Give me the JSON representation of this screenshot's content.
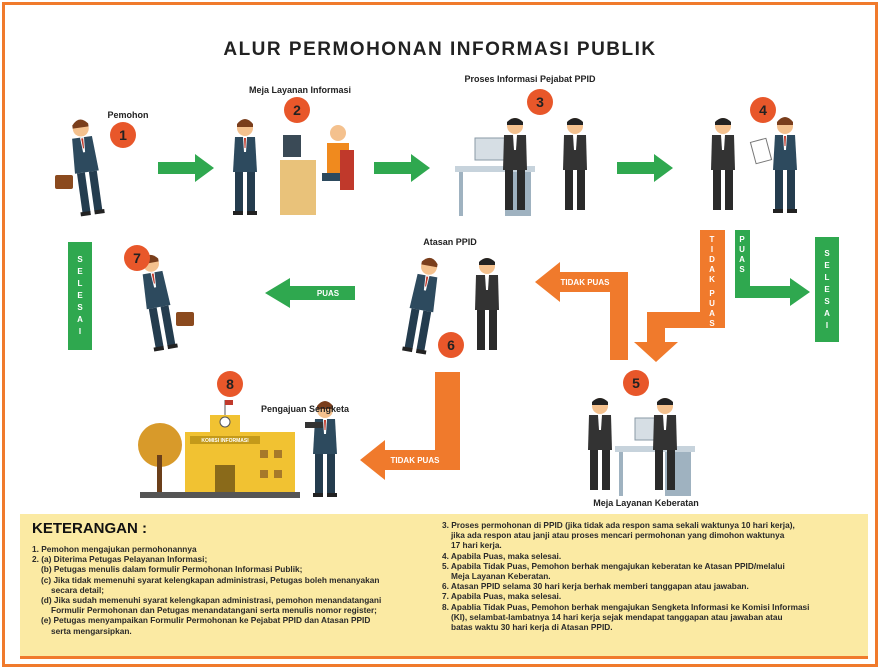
{
  "title": "ALUR PERMOHONAN INFORMASI PUBLIK",
  "colors": {
    "accent": "#f07a2c",
    "step_circle": "#e8572a",
    "green": "#2fa84f",
    "panel": "#fbeaa3"
  },
  "steps": [
    {
      "num": "1",
      "label": "Pemohon"
    },
    {
      "num": "2",
      "label": "Meja Layanan Informasi"
    },
    {
      "num": "3",
      "label": "Proses Informasi Pejabat PPID"
    },
    {
      "num": "4",
      "label": ""
    },
    {
      "num": "5",
      "label": "Meja Layanan Keberatan"
    },
    {
      "num": "6",
      "label": "Atasan PPID"
    },
    {
      "num": "7",
      "label": ""
    },
    {
      "num": "8",
      "label": "Pengajuan Sengketa"
    }
  ],
  "arrows": {
    "puas": "PUAS",
    "tidak_puas": "TIDAK PUAS",
    "selesai": "SELESAI"
  },
  "building_sign": "KOMISI INFORMASI",
  "keterangan": {
    "title": "KETERANGAN :",
    "left": [
      "1. Pemohon mengajukan permohonannya",
      "2. (a) Diterima Petugas Pelayanan Informasi;",
      "(b) Petugas menulis dalam formulir Permohonan Informasi Publik;",
      "(c) Jika tidak memenuhi syarat kelengkapan administrasi, Petugas boleh menanyakan",
      "secara detail;",
      "(d) Jika sudah memenuhi syarat kelengkapan administrasi, pemohon menandatangani",
      "Formulir Permohonan dan Petugas menandatangani serta menulis nomor register;",
      "(e) Petugas menyampaikan Formulir Permohonan ke Pejabat PPID dan Atasan PPID",
      "serta mengarsipkan."
    ],
    "right": [
      "3. Proses permohonan di PPID (jika tidak ada respon sama sekali waktunya 10 hari kerja),",
      "jika ada respon atau janji atau proses mencari permohonan yang dimohon waktunya",
      "17 hari kerja.",
      "4. Apabila Puas, maka selesai.",
      "5. Apabila Tidak Puas, Pemohon berhak mengajukan keberatan ke Atasan PPID/melalui",
      "Meja Layanan Keberatan.",
      "6. Atasan PPID selama 30 hari kerja berhak memberi tanggapan atau jawaban.",
      "7. Apabila Puas, maka selesai.",
      "8. Apablia Tidak Puas, Pemohon berhak mengajukan Sengketa Informasi ke Komisi Informasi",
      "(KI), selambat-lambatnya 14 hari kerja sejak mendapat tanggapan atau jawaban atau",
      "batas waktu 30 hari kerja di Atasan PPID."
    ]
  }
}
